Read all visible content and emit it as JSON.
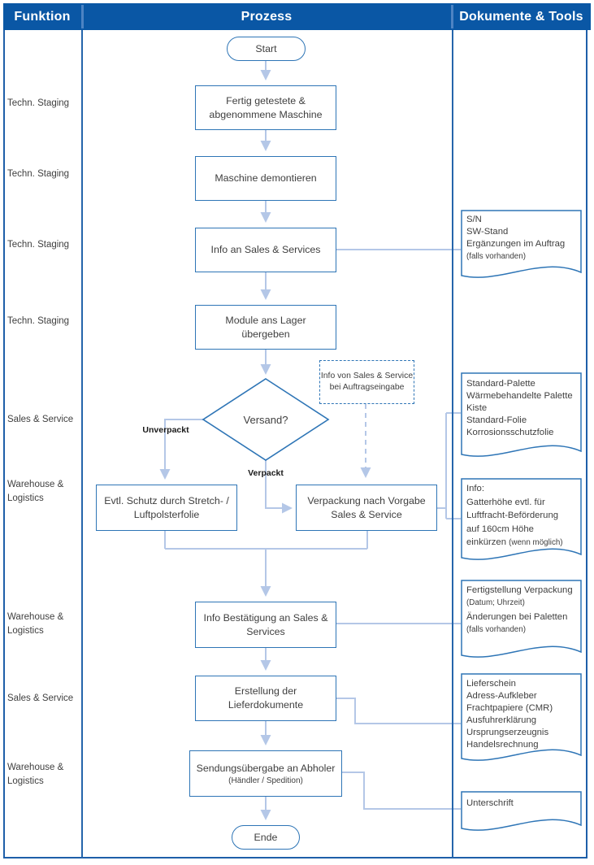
{
  "header": {
    "funktion": "Funktion",
    "prozess": "Prozess",
    "dokumente": "Dokumente & Tools"
  },
  "lanes": {
    "l1": "Techn. Staging",
    "l2": "Techn. Staging",
    "l3": "Techn. Staging",
    "l4": "Techn. Staging",
    "l5": "Sales & Service",
    "l6": "Warehouse & Logistics",
    "l7": "Warehouse & Logistics",
    "l8": "Sales & Service",
    "l9": "Warehouse & Logistics"
  },
  "process": {
    "start": "Start",
    "step1": "Fertig getestete & abgenommene Maschine",
    "step2": "Maschine demontieren",
    "step3": "Info an Sales & Services",
    "step4": "Module ans Lager übergeben",
    "decision": "Versand?",
    "branch_unpacked": "Unverpackt",
    "branch_packed": "Verpackt",
    "note_line1": "Info von Sales & Service",
    "note_line2": "bei Auftragseingabe",
    "step5a": "Evtl. Schutz durch Stretch- / Luftpolsterfolie",
    "step5b": "Verpackung nach Vorgabe Sales & Service",
    "step6": "Info Bestätigung an Sales & Services",
    "step7": "Erstellung der Lieferdokumente",
    "step8": "Sendungsübergabe an Abholer",
    "step8_sub": "(Händler / Spedition)",
    "end": "Ende"
  },
  "documents": {
    "doc1": {
      "l1": "S/N",
      "l2": "SW-Stand",
      "l3": "Ergänzungen im Auftrag",
      "small": "(falls vorhanden)"
    },
    "doc2": {
      "l1": "Standard-Palette",
      "l2": "Wärmebehandelte Palette",
      "l3": "Kiste",
      "l4": "Standard-Folie",
      "l5": "Korrosionsschutzfolie"
    },
    "doc3": {
      "l1": "Info:",
      "l2": "Gatterhöhe evtl. für",
      "l3": "Luftfracht-Beförderung",
      "l4": "auf 160cm Höhe",
      "l5": "einkürzen",
      "small": "(wenn möglich)"
    },
    "doc4": {
      "l1": "Fertigstellung Verpackung",
      "small1": "(Datum; Uhrzeit)",
      "l2": "Änderungen bei Paletten",
      "small2": "(falls vorhanden)"
    },
    "doc5": {
      "l1": "Lieferschein",
      "l2": "Adress-Aufkleber",
      "l3": "Frachtpapiere (CMR)",
      "l4": "Ausfuhrerklärung",
      "l5": "Ursprungserzeugnis",
      "l6": "Handelsrechnung"
    },
    "doc6": {
      "l1": "Unterschrift"
    }
  },
  "colors": {
    "header_bg": "#0a57a5",
    "shape_border": "#2e75b6",
    "frame_border": "#1e5fa9",
    "arrow": "#b4c7e7",
    "text": "#3f3f3f"
  }
}
